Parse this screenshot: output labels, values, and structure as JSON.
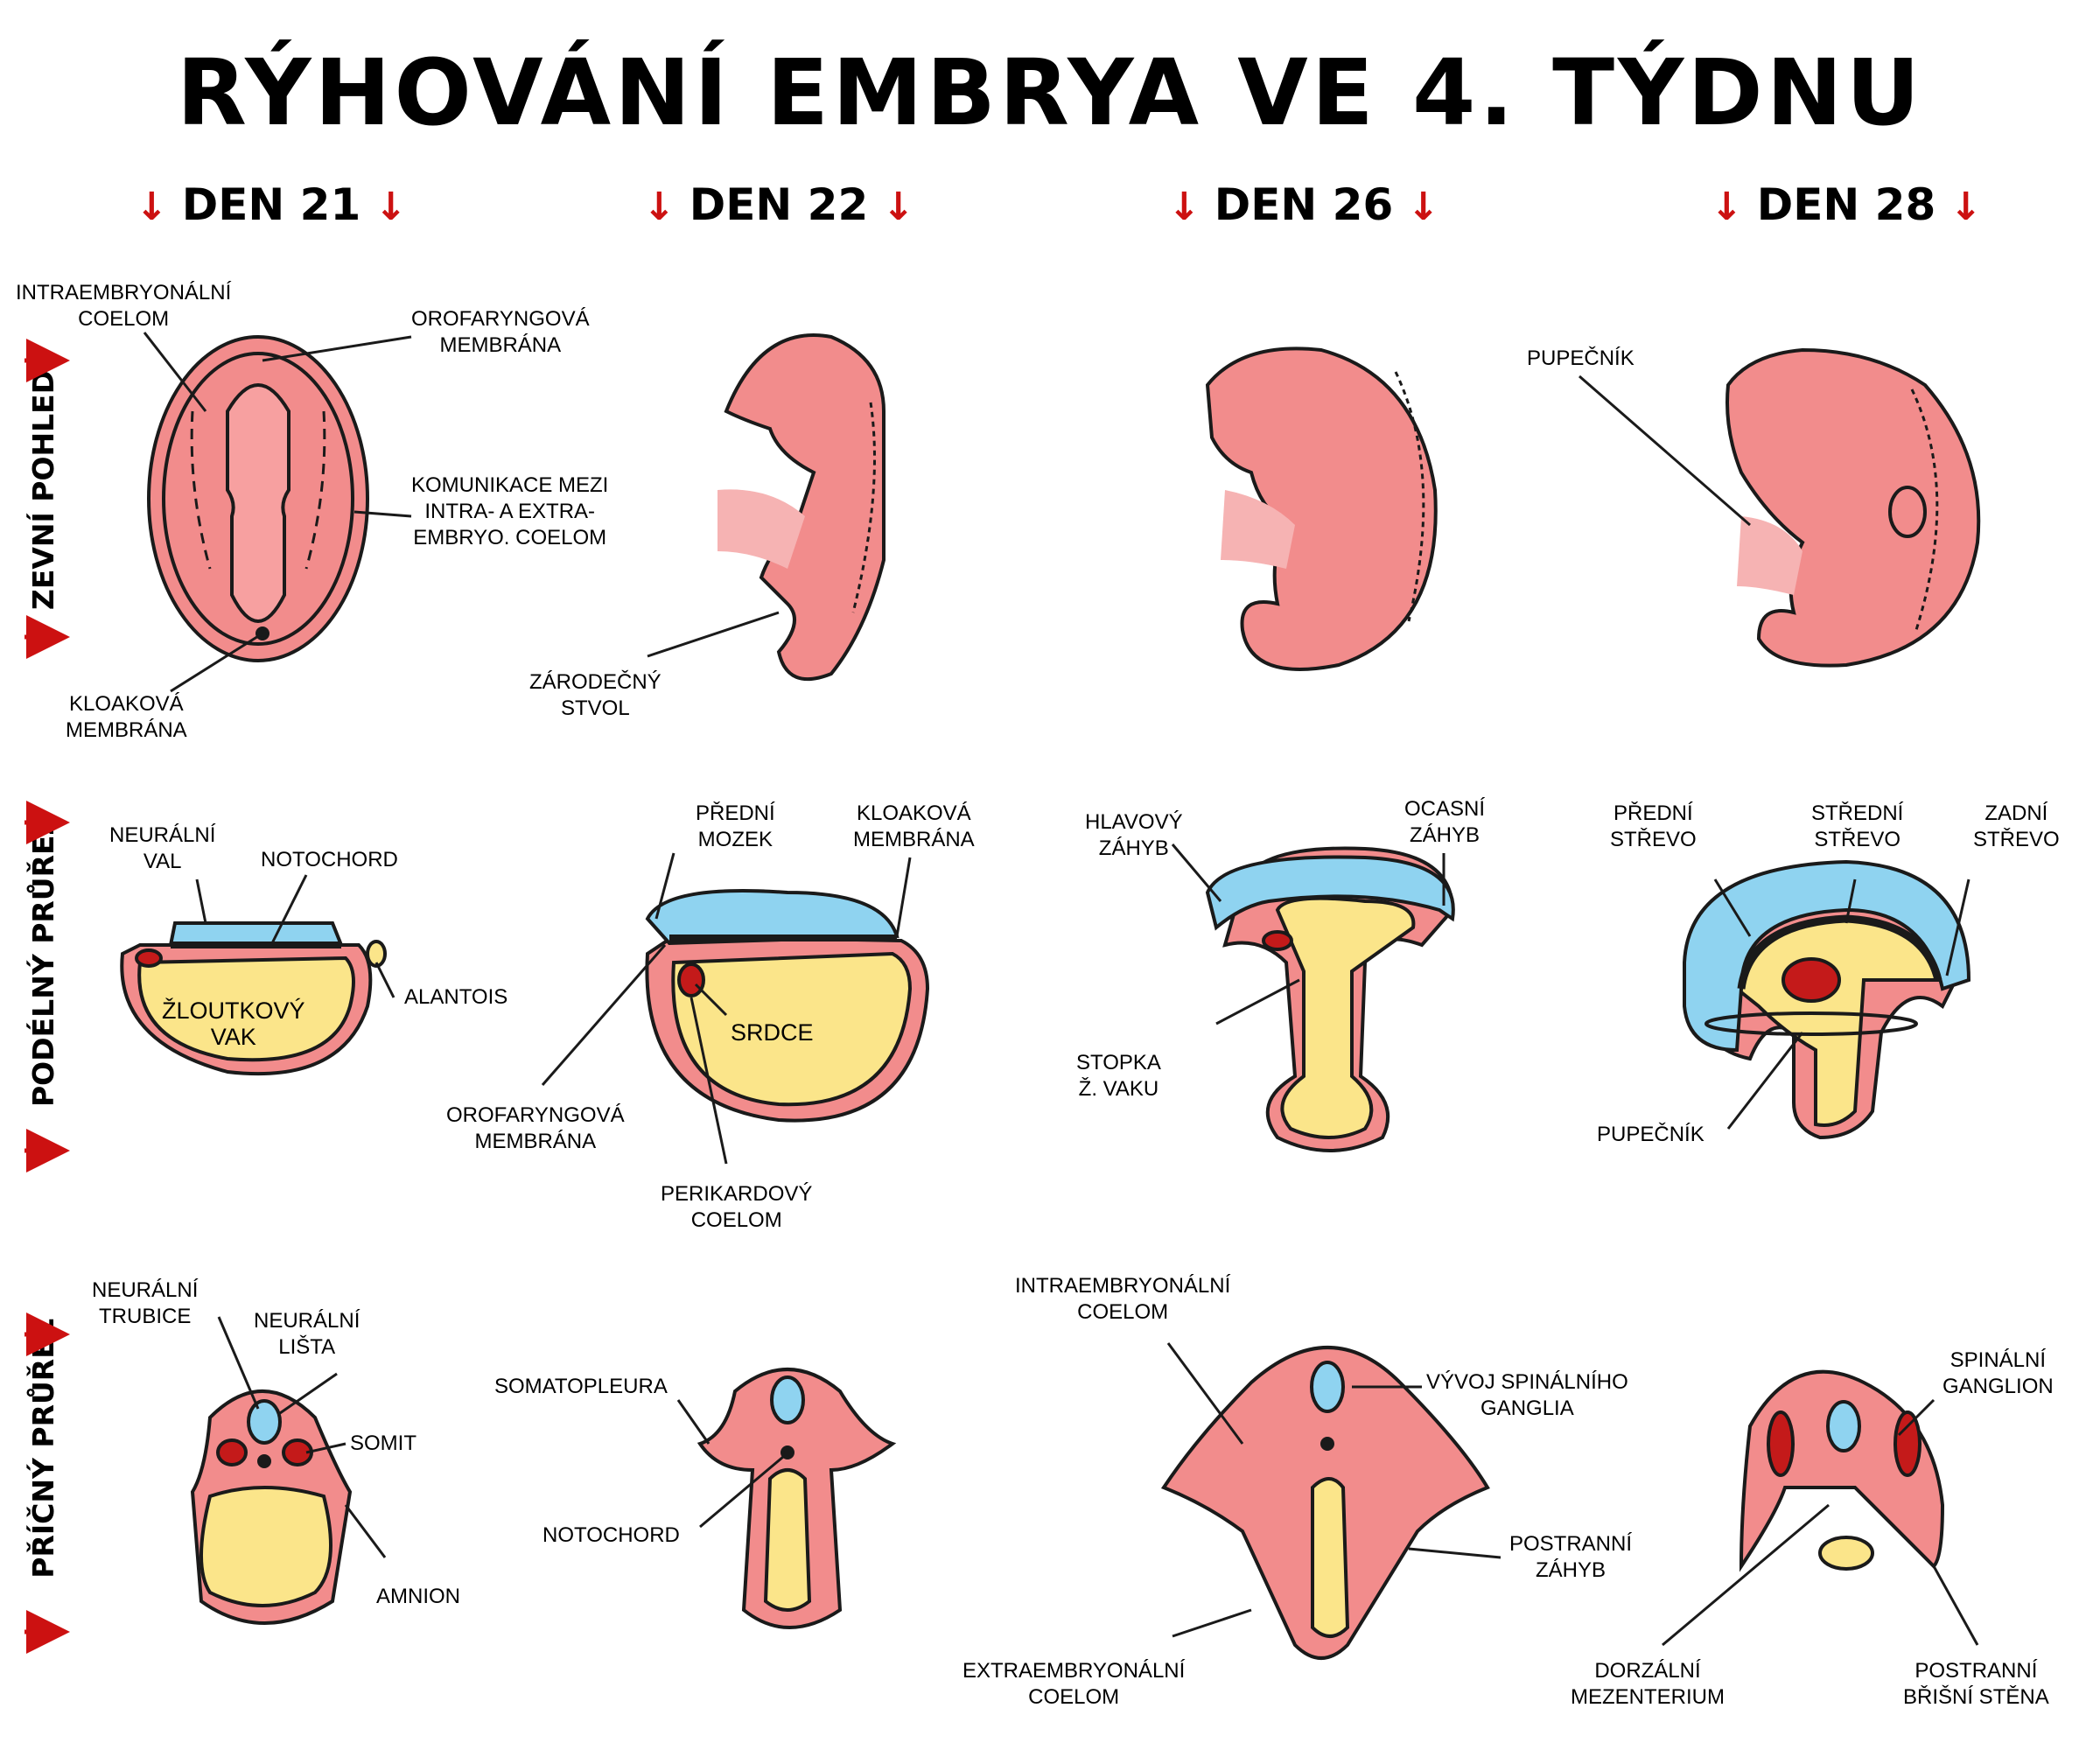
{
  "title": "RÝHOVÁNÍ EMBRYA VE 4. TÝDNU",
  "columns": [
    "DEN 21",
    "DEN 22",
    "DEN 26",
    "DEN 28"
  ],
  "rows": [
    "ZEVNÍ POHLED",
    "PODÉLNÝ PRŮŘEZ",
    "PŘÍČNÝ PRŮŘEZ"
  ],
  "labels": {
    "r1_intraembryonalni_coelom": "INTRAEMBRYONÁLNÍ\nCOELOM",
    "r1_orofaryngova": "OROFARYNGOVÁ\nMEMBRÁNA",
    "r1_komunikace": "KOMUNIKACE MEZI\nINTRA- A EXTRA-\nEMBRYO. COELOM",
    "r1_kloakova": "KLOAKOVÁ\nMEMBRÁNA",
    "r1_zarodecny_stvol": "ZÁRODEČNÝ\nSTVOL",
    "r1_pupecnik": "PUPEČNÍK",
    "r2_neuralni_val": "NEURÁLNÍ\nVAL",
    "r2_notochord": "NOTOCHORD",
    "r2_zloutkovy_vak": "ŽLOUTKOVÝ\nVAK",
    "r2_alantois": "ALANTOIS",
    "r2_predni_mozek": "PŘEDNÍ\nMOZEK",
    "r2_kloakova": "KLOAKOVÁ\nMEMBRÁNA",
    "r2_srdce": "SRDCE",
    "r2_orofaryngova": "OROFARYNGOVÁ\nMEMBRÁNA",
    "r2_perikardovy": "PERIKARDOVÝ\nCOELOM",
    "r2_hlavovy": "HLAVOVÝ\nZÁHYB",
    "r2_ocasni": "OCASNÍ\nZÁHYB",
    "r2_stopka": "STOPKA\nŽ. VAKU",
    "r2_predni_strevo": "PŘEDNÍ\nSTŘEVO",
    "r2_stredni_strevo": "STŘEDNÍ\nSTŘEVO",
    "r2_zadni_strevo": "ZADNÍ\nSTŘEVO",
    "r2_pupecnik": "PUPEČNÍK",
    "r3_neuralni_trubice": "NEURÁLNÍ\nTRUBICE",
    "r3_neuralni_lista": "NEURÁLNÍ\nLIŠTA",
    "r3_somit": "SOMIT",
    "r3_amnion": "AMNION",
    "r3_somatopleura": "SOMATOPLEURA",
    "r3_notochord": "NOTOCHORD",
    "r3_intraembryonalni": "INTRAEMBRYONÁLNÍ\nCOELOM",
    "r3_vyvoj": "VÝVOJ SPINÁLNÍHO\nGANGLIA",
    "r3_postranni_zahyb": "POSTRANNÍ\nZÁHYB",
    "r3_extraembryonalni": "EXTRAEMBRYONÁLNÍ\nCOELOM",
    "r3_spinalni_ganglion": "SPINÁLNÍ\nGANGLION",
    "r3_dorzalni": "DORZÁLNÍ\nMEZENTERIUM",
    "r3_postranni_bricni": "POSTRANNÍ\nBŘIŠNÍ STĚNA"
  },
  "colors": {
    "tissue": "#f28c8c",
    "tissue_outline": "#1a1a1a",
    "neural": "#8fd3f0",
    "yolk": "#fbe58a",
    "blood": "#c41a1a",
    "arrow": "#cc1111"
  }
}
